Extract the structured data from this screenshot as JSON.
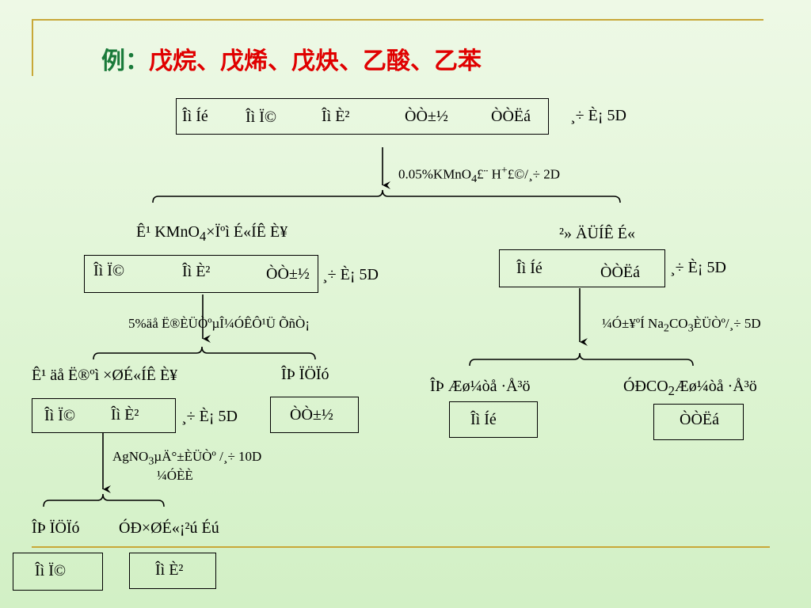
{
  "title": {
    "label": "例：",
    "text": "戊烷、戊烯、戊炔、乙酸、乙苯"
  },
  "top_box": {
    "items": [
      "Îì Íé",
      "Îì Ï©",
      "Îì È²",
      "ÒÒ±½",
      "ÒÒËá"
    ],
    "note": "¸÷ È¡ 5D"
  },
  "step1": {
    "reagent": "0.05%KMnO",
    "sub": "4",
    "after": "£¨ H",
    "sup": "+",
    "tail": "£©/¸÷ 2D"
  },
  "left_branch": {
    "label_a": "Ê¹ KMnO",
    "label_sub": "4",
    "label_b": "×Ïºì É«ÍÊ È¥",
    "items": [
      "Îì Ï©",
      "Îì È²",
      "ÒÒ±½"
    ],
    "note": "¸÷ È¡ 5D",
    "reagent": "5%äå Ë®ÈÜÒºµÎ¼ÓÊÔ¹Ü ÕñÒ¡"
  },
  "right_branch": {
    "label": "²» ÄÜÍÊ É«",
    "items": [
      "Îì Íé",
      "ÒÒËá"
    ],
    "note": "¸÷ È¡ 5D",
    "reagent_a": "¼Ó±¥ºÍ Na",
    "reagent_sub1": "2",
    "reagent_b": "CO",
    "reagent_sub2": "3",
    "reagent_c": "ÈÜÒº/¸÷ 5D",
    "result_left": "ÎÞ Æø¼òå ·Å³ö",
    "result_right_a": "ÓÐCO",
    "result_right_sub": "2",
    "result_right_b": "Æø¼òå ·Å³ö",
    "box_left": "Îì Íé",
    "box_right": "ÒÒËá"
  },
  "level2_left": {
    "label_left": "Ê¹ äå Ë®ºì ×ØÉ«ÍÊ È¥",
    "label_right": "ÎÞ ÏÖÏó",
    "items": [
      "Îì Ï©",
      "Îì È²"
    ],
    "note": "¸÷ È¡ 5D",
    "box_right": "ÒÒ±½",
    "reagent_a": "AgNO",
    "reagent_sub": "3",
    "reagent_b": "µÄ°±ÈÜÒº /¸÷ 10D",
    "reagent_line2": "¼ÓÈÈ"
  },
  "level3": {
    "label_left": "ÎÞ ÏÖÏó",
    "label_right": "ÓÐ×ØÉ«¡²ú Éú",
    "box_left": "Îì Ï©",
    "box_right": "Îì È²"
  }
}
